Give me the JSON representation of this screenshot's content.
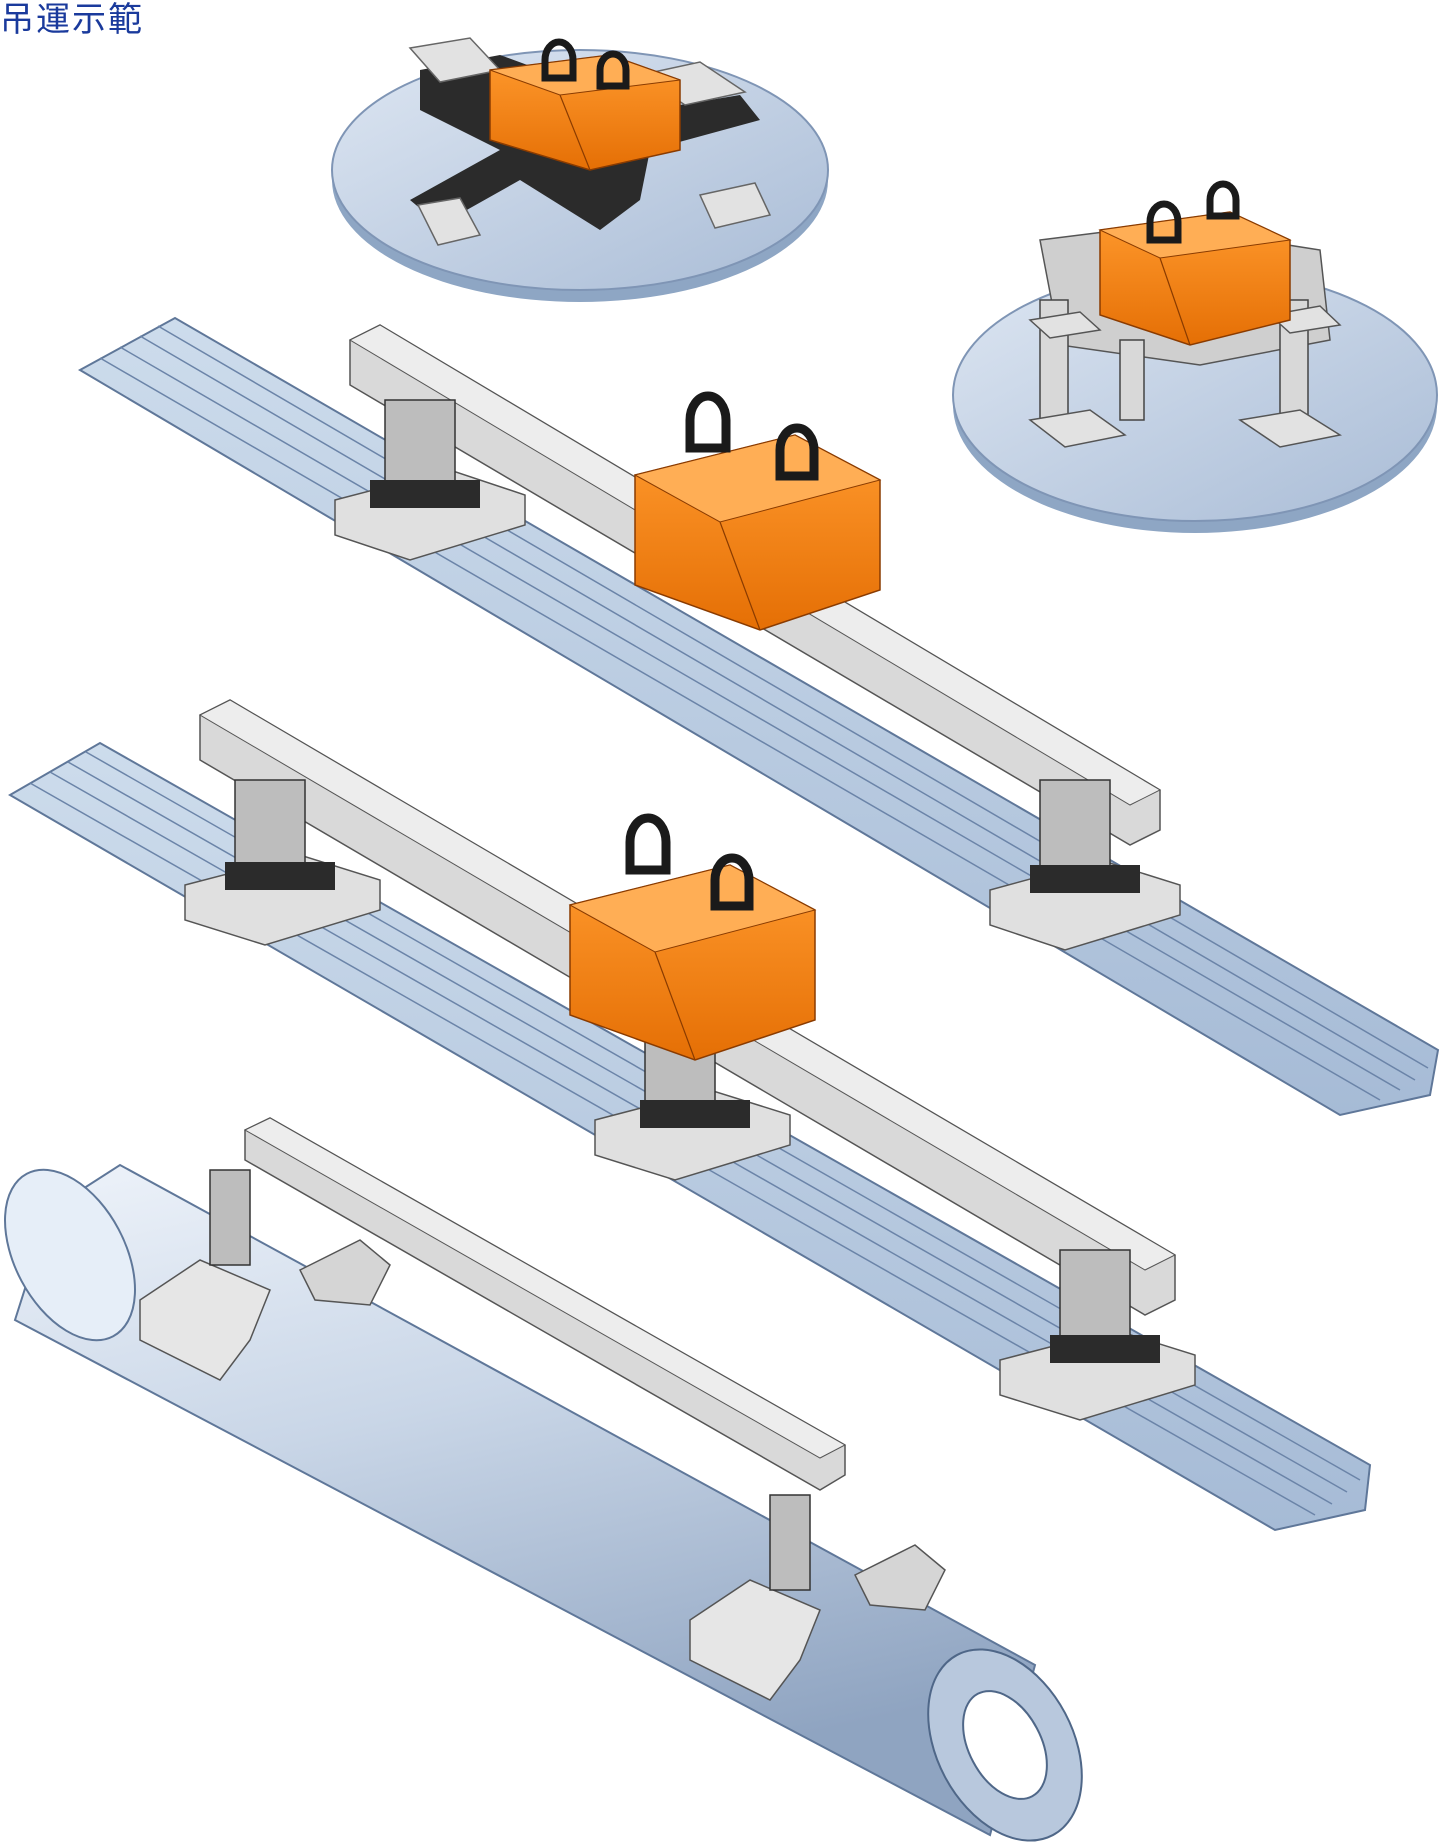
{
  "page": {
    "title": "吊運示範"
  },
  "colors": {
    "title": "#1a3a9c",
    "magnet_orange": "#f07d12",
    "magnet_dark_orange": "#c85e08",
    "steel_light": "#dcdcdc",
    "steel_mid": "#b9b9b9",
    "plate_blue": "#bfd0e4",
    "plate_edge": "#8ea6c4",
    "black_parts": "#2a2a2a"
  },
  "scenes": [
    {
      "id": "round-plate-top",
      "kind": "disc with cross frame magnet"
    },
    {
      "id": "round-plate-right",
      "kind": "disc with four-leg magnet"
    },
    {
      "id": "ribbed-plate-1",
      "kind": "long ribbed plate with beam and magnet"
    },
    {
      "id": "ribbed-plate-2",
      "kind": "long ribbed plate with beam and magnet"
    },
    {
      "id": "pipe",
      "kind": "large pipe with beam and shoes"
    }
  ]
}
